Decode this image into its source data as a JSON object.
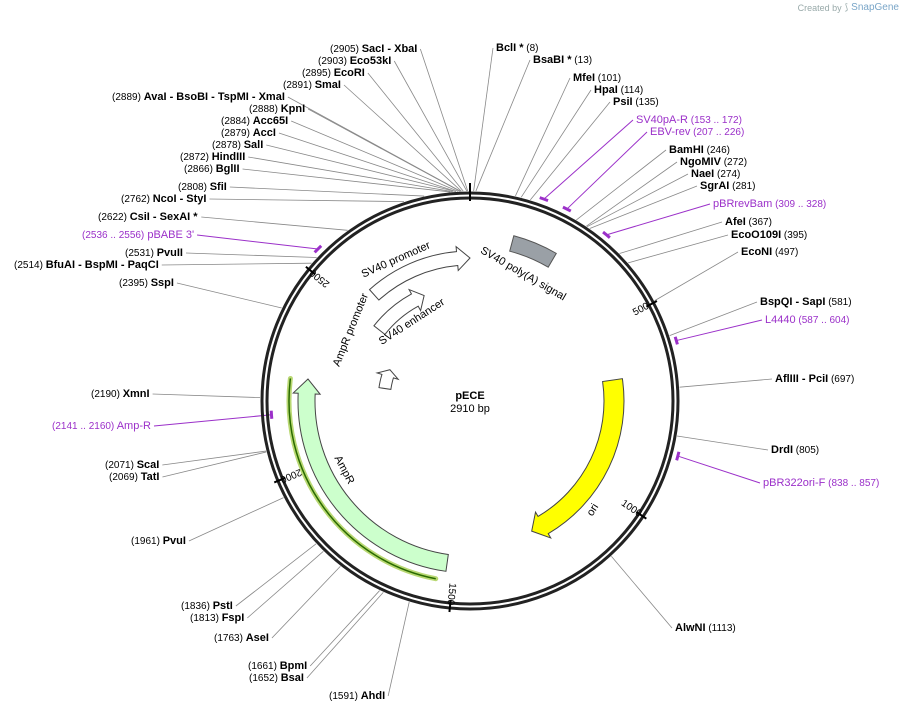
{
  "credit": {
    "prefix": "Created by",
    "brand": "SnapGene"
  },
  "plasmid": {
    "name": "pECE",
    "size_label": "2910 bp",
    "length": 2910
  },
  "ticks": [
    {
      "pos": 0,
      "label": ""
    },
    {
      "pos": 500,
      "label": "500"
    },
    {
      "pos": 1000,
      "label": "1000"
    },
    {
      "pos": 1500,
      "label": "1500"
    },
    {
      "pos": 2000,
      "label": "2000"
    },
    {
      "pos": 2500,
      "label": "2500"
    }
  ],
  "features": [
    {
      "name": "SV40 promoter",
      "start": 2570,
      "end": 2910,
      "type": "arrow",
      "color": "#ffffff"
    },
    {
      "name": "SV40 enhancer",
      "start": 2490,
      "end": 2720,
      "type": "arrow",
      "color": "#ffffff"
    },
    {
      "name": "AmpR promoter",
      "start": 2250,
      "end": 2355,
      "type": "arrow",
      "color": "#ffffff"
    },
    {
      "name": "SV40 poly(A) signal",
      "start": 120,
      "end": 245,
      "type": "box",
      "color": "#9aa0a6"
    },
    {
      "name": "ori",
      "start": 660,
      "end": 1250,
      "type": "arrow",
      "color": "#ffff00"
    },
    {
      "name": "AmpR",
      "start": 1520,
      "end": 2245,
      "type": "arrow",
      "color": "#ccffcc"
    }
  ],
  "sites": [
    {
      "pos": 2905,
      "name": "SacI",
      "extra": [
        "XbaI"
      ]
    },
    {
      "pos": 2903,
      "name": "Eco53kI",
      "extra": []
    },
    {
      "pos": 2895,
      "name": "EcoRI",
      "extra": []
    },
    {
      "pos": 2891,
      "name": "SmaI",
      "extra": []
    },
    {
      "pos": 2889,
      "name": "AvaI",
      "extra": [
        "BsoBI",
        "TspMI",
        "XmaI"
      ]
    },
    {
      "pos": 2888,
      "name": "KpnI",
      "extra": []
    },
    {
      "pos": 2884,
      "name": "Acc65I",
      "extra": []
    },
    {
      "pos": 2879,
      "name": "AccI",
      "extra": []
    },
    {
      "pos": 2878,
      "name": "SalI",
      "extra": []
    },
    {
      "pos": 2872,
      "name": "HindIII",
      "extra": []
    },
    {
      "pos": 2866,
      "name": "BglII",
      "extra": []
    },
    {
      "pos": 2808,
      "name": "SfiI",
      "extra": []
    },
    {
      "pos": 2762,
      "name": "NcoI",
      "extra": [
        "StyI"
      ]
    },
    {
      "pos": 2622,
      "name": "CsiI",
      "extra": [
        "SexAI *"
      ]
    },
    {
      "pos": 2531,
      "name": "PvuII",
      "extra": []
    },
    {
      "pos": 2514,
      "name": "BfuAI",
      "extra": [
        "BspMI",
        "PaqCI"
      ]
    },
    {
      "pos": 2395,
      "name": "SspI",
      "extra": []
    },
    {
      "pos": 2190,
      "name": "XmnI",
      "extra": []
    },
    {
      "pos": 2071,
      "name": "ScaI",
      "extra": []
    },
    {
      "pos": 2069,
      "name": "TatI",
      "extra": []
    },
    {
      "pos": 1961,
      "name": "PvuI",
      "extra": []
    },
    {
      "pos": 1836,
      "name": "PstI",
      "extra": []
    },
    {
      "pos": 1813,
      "name": "FspI",
      "extra": []
    },
    {
      "pos": 1763,
      "name": "AseI",
      "extra": []
    },
    {
      "pos": 1661,
      "name": "BpmI",
      "extra": []
    },
    {
      "pos": 1652,
      "name": "BsaI",
      "extra": []
    },
    {
      "pos": 1591,
      "name": "AhdI",
      "extra": []
    },
    {
      "pos": 8,
      "name": "BclI *",
      "extra": []
    },
    {
      "pos": 13,
      "name": "BsaBI *",
      "extra": []
    },
    {
      "pos": 101,
      "name": "MfeI",
      "extra": []
    },
    {
      "pos": 114,
      "name": "HpaI",
      "extra": []
    },
    {
      "pos": 135,
      "name": "PsiI",
      "extra": []
    },
    {
      "pos": 246,
      "name": "BamHI",
      "extra": []
    },
    {
      "pos": 272,
      "name": "NgoMIV",
      "extra": []
    },
    {
      "pos": 274,
      "name": "NaeI",
      "extra": []
    },
    {
      "pos": 281,
      "name": "SgrAI",
      "extra": []
    },
    {
      "pos": 367,
      "name": "AfeI",
      "extra": []
    },
    {
      "pos": 395,
      "name": "EcoO109I",
      "extra": []
    },
    {
      "pos": 497,
      "name": "EcoNI",
      "extra": []
    },
    {
      "pos": 581,
      "name": "BspQI",
      "extra": [
        "SapI"
      ]
    },
    {
      "pos": 697,
      "name": "AflIII",
      "extra": [
        "PciI"
      ]
    },
    {
      "pos": 805,
      "name": "DrdI",
      "extra": []
    },
    {
      "pos": 1113,
      "name": "AlwNI",
      "extra": []
    }
  ],
  "primers": [
    {
      "name": "SV40pA-R",
      "range": "(153 .. 172)",
      "start": 153,
      "end": 172
    },
    {
      "name": "EBV-rev",
      "range": "(207 .. 226)",
      "start": 207,
      "end": 226
    },
    {
      "name": "pBRrevBam",
      "range": "(309 .. 328)",
      "start": 309,
      "end": 328
    },
    {
      "name": "L4440",
      "range": "(587 .. 604)",
      "start": 587,
      "end": 604
    },
    {
      "name": "pBR322ori-F",
      "range": "(838 .. 857)",
      "start": 838,
      "end": 857
    },
    {
      "name": "Amp-R",
      "range": "(2141 .. 2160)",
      "start": 2141,
      "end": 2160
    },
    {
      "name": "pBABE 3'",
      "range": "(2536 .. 2556)",
      "start": 2536,
      "end": 2556
    }
  ],
  "colors": {
    "primer": "#9b30c9",
    "backbone": "#222222",
    "highlight": "#7fb800"
  }
}
